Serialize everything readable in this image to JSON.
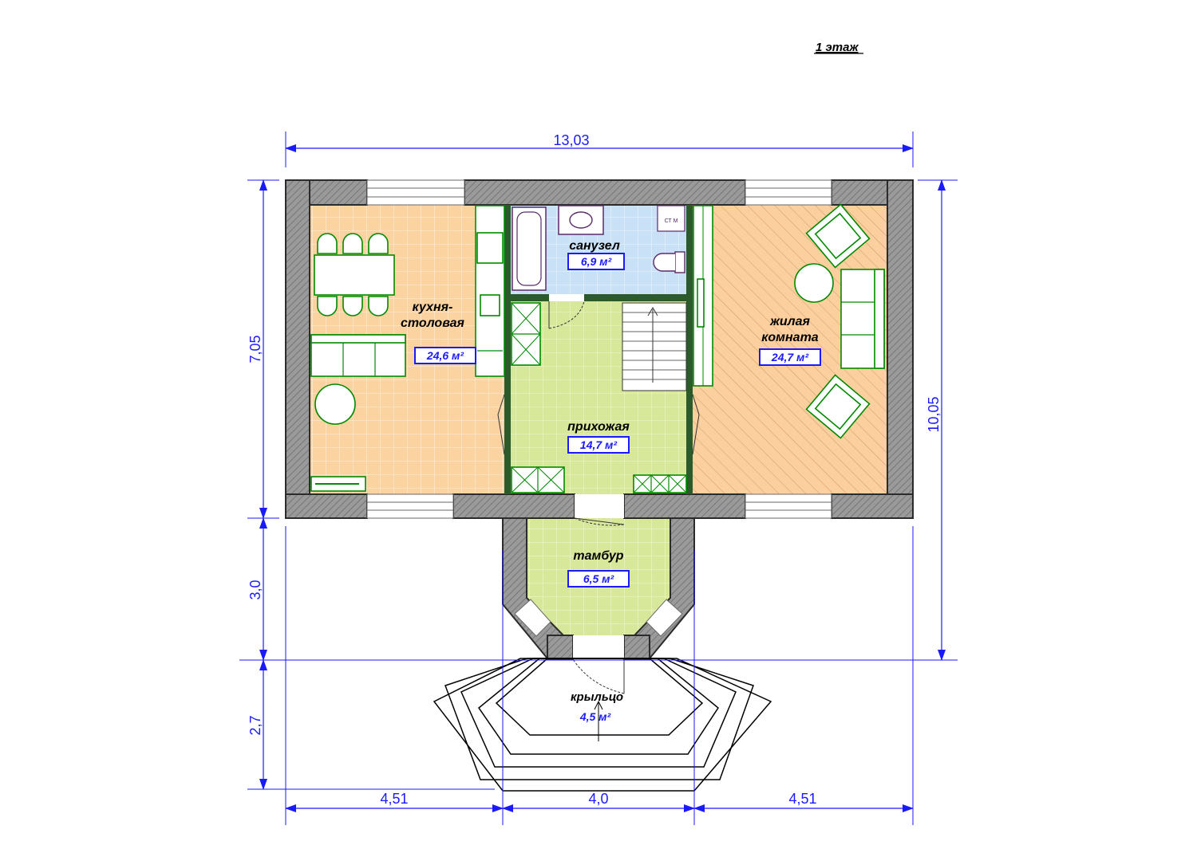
{
  "floor_title": "1 этаж",
  "rooms": {
    "kitchen": {
      "name_line1": "кухня-",
      "name_line2": "столовая",
      "area": "24,6 м²"
    },
    "bathroom": {
      "name": "санузел",
      "area": "6,9 м²",
      "note": "СТ М"
    },
    "living": {
      "name_line1": "жилая",
      "name_line2": "комната",
      "area": "24,7 м²"
    },
    "hall": {
      "name": "прихожая",
      "area": "14,7 м²"
    },
    "vestibule": {
      "name": "тамбур",
      "area": "6,5 м²"
    },
    "porch": {
      "name": "крыльцо",
      "area": "4,5 м²"
    }
  },
  "dimensions": {
    "total_width": "13,03",
    "total_depth": "10,05",
    "main_depth": "7,05",
    "vestibule_depth": "3,0",
    "porch_depth": "2,7",
    "left_span": "4,51",
    "center_span": "4,0",
    "right_span": "4,51"
  },
  "colors": {
    "kitchen_floor": "#fbd3a1",
    "bathroom_floor": "#c9e1f6",
    "hall_floor": "#d8e89a",
    "living_floor": "#fbcf9e",
    "wall": "#8c8c8c",
    "furniture_stroke": "#008a00",
    "dimension": "#1a1aff"
  }
}
